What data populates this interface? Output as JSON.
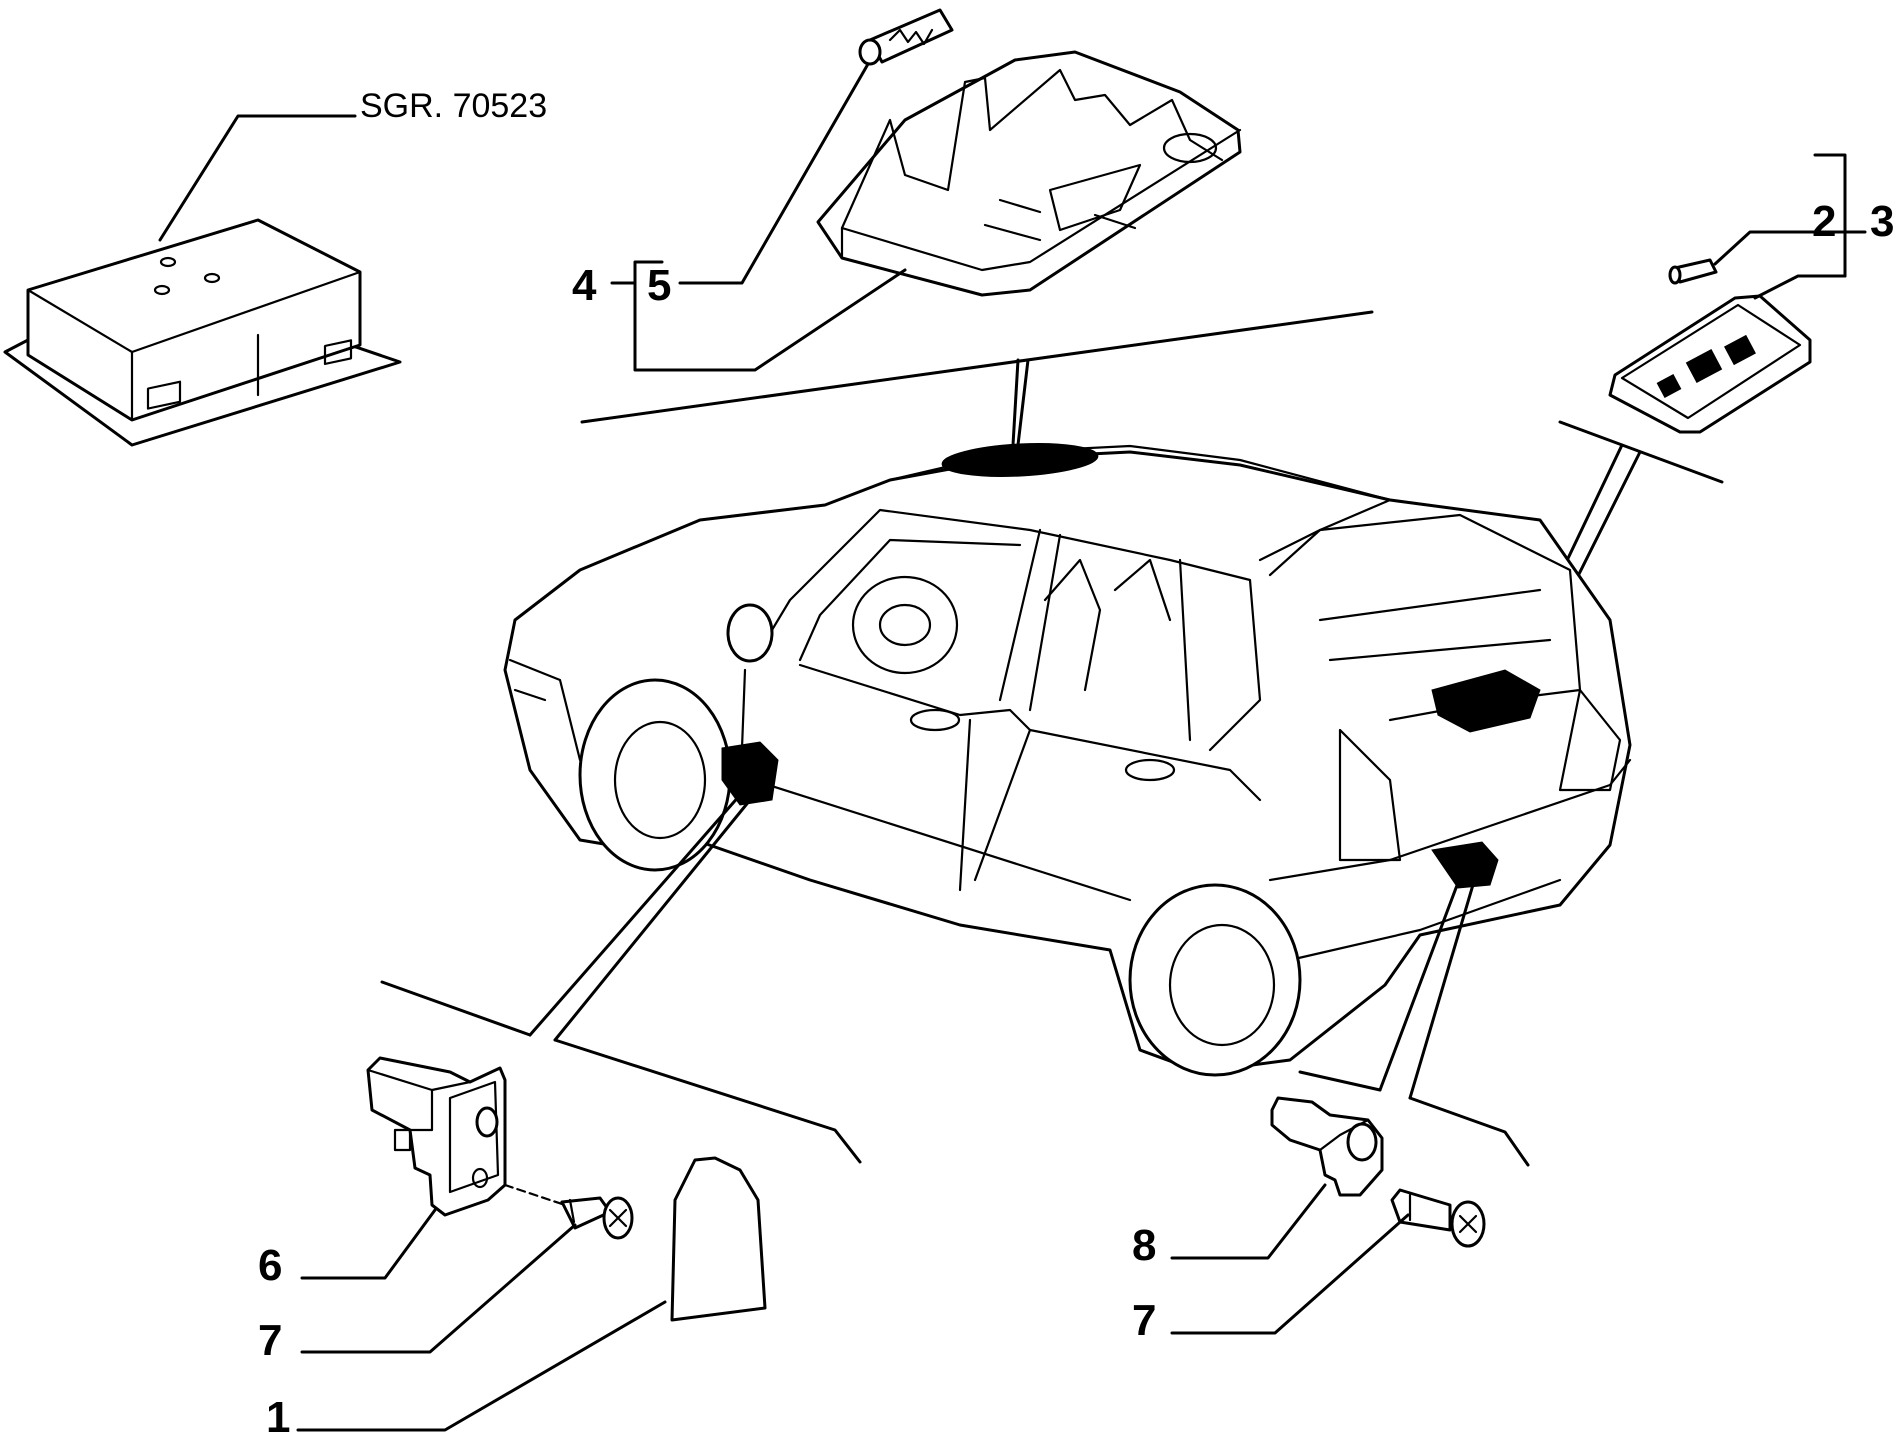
{
  "drawing_code": "SGR. 70523",
  "refs": {
    "r1": "1",
    "r2": "2",
    "r3": "3",
    "r4": "4",
    "r5": "5",
    "r6": "6",
    "r7a": "7",
    "r7b": "7",
    "r8": "8"
  },
  "colors": {
    "ink": "#000000",
    "paper": "#ffffff"
  },
  "icons": [
    "ecu-box-icon",
    "roof-lamp-icon",
    "festoon-bulb-icon",
    "luggage-lamp-icon",
    "door-switch-icon",
    "screw-icon",
    "cover-cap-icon",
    "rear-switch-icon",
    "car-illustration"
  ]
}
